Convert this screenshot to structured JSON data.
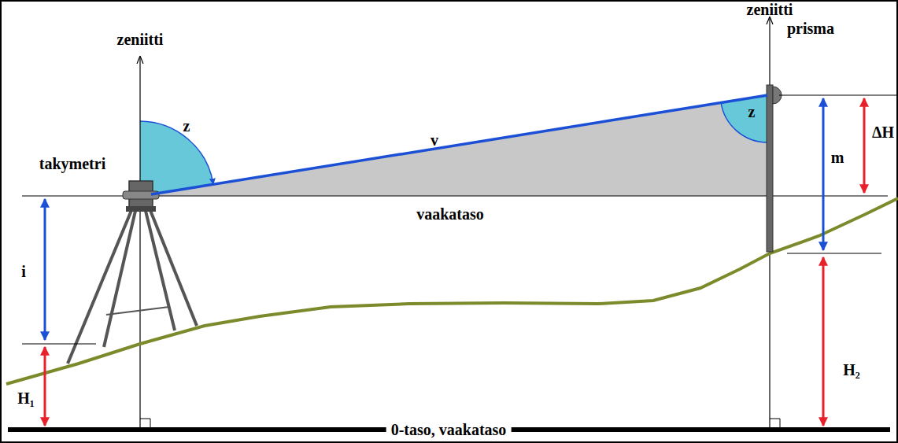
{
  "diagram": {
    "labels": [
      "zeniitti",
      "zeniitti",
      "z",
      "prisma",
      "v",
      "ΔH",
      "takymetri",
      "m",
      "z",
      "vaakataso",
      "i",
      "H₁",
      "H₂",
      "0-taso, vaakataso"
    ]
  }
}
